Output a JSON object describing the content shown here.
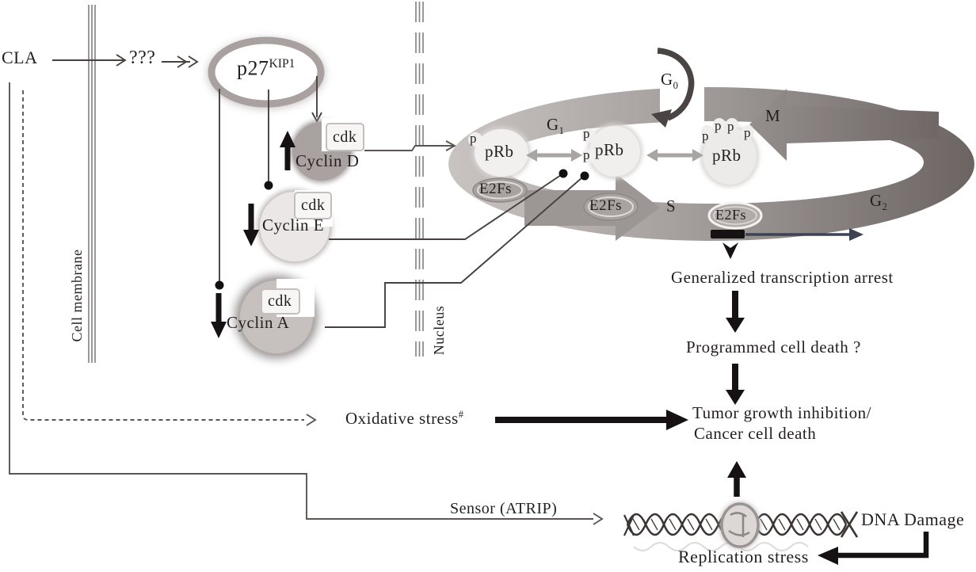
{
  "labels": {
    "cla": "CLA",
    "unknown": "???",
    "p27_base": "p27",
    "p27_sup": "KIP1",
    "cdk": "cdk",
    "cyclin_d": "Cyclin D",
    "cyclin_e": "Cyclin E",
    "cyclin_a": "Cyclin A",
    "cell_membrane": "Cell membrane",
    "nucleus": "Nucleus",
    "g_base": "G",
    "g0_sub": "0",
    "g1_sub": "1",
    "g2_sub": "2",
    "m_phase": "M",
    "s_phase": "S",
    "prb": "pRb",
    "p": "p",
    "e2fs": "E2Fs",
    "transcription_arrest": "Generalized transcription arrest",
    "programmed_cell_death": "Programmed cell death ?",
    "tumor_line1": "Tumor growth inhibition/",
    "tumor_line2": "Cancer cell death",
    "oxidative_stress": "Oxidative stress",
    "oxidative_sup": "#",
    "sensor": "Sensor (ATRIP)",
    "dna_damage": "DNA Damage",
    "replication_stress": "Replication stress"
  },
  "colors": {
    "text": "#231f20",
    "thin_line": "#46403f",
    "membrane_line": "#8b8586",
    "bold_arrow": "#161112",
    "ring_light": "#c9c4c2",
    "ring_dark": "#6b6462",
    "transcription_arrow": "#3d4355",
    "cyclin_d_fill": "#a9a2a1",
    "cyclin_e_fill": "#eae7e6",
    "cyclin_a_fill": "#c6c1bf"
  }
}
